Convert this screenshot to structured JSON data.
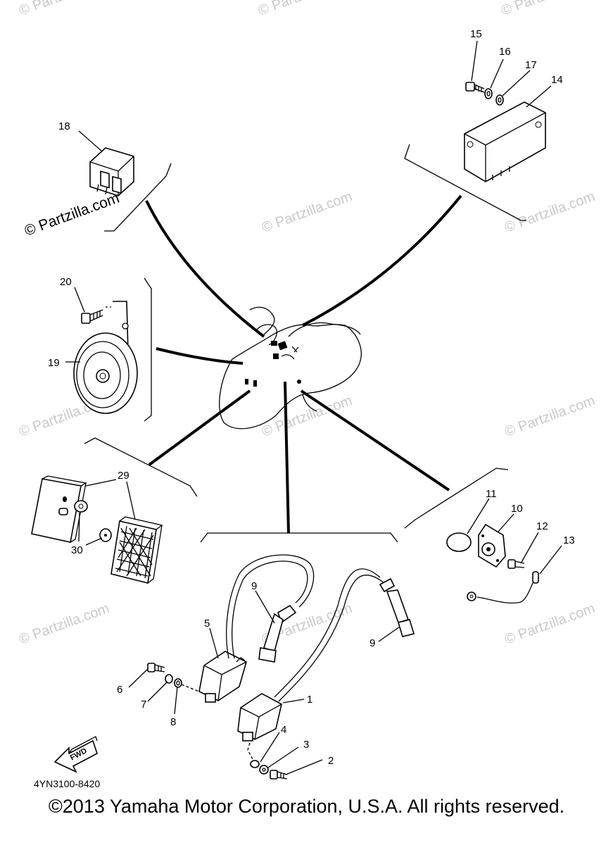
{
  "watermark": "© Partzilla.com",
  "watermark_edge": "© Partzilla.com",
  "labels": {
    "p1": "1",
    "p2": "2",
    "p3": "3",
    "p4": "4",
    "p5": "5",
    "p6": "6",
    "p7": "7",
    "p8": "8",
    "p9a": "9",
    "p9b": "9",
    "p10": "10",
    "p11": "11",
    "p12": "12",
    "p13": "13",
    "p14": "14",
    "p15": "15",
    "p16": "16",
    "p17": "17",
    "p18": "18",
    "p19": "19",
    "p20": "20",
    "p29": "29",
    "p30": "30"
  },
  "fwd_label": "FWD",
  "diagram_code": "4YN3100-8420",
  "copyright": "©2013 Yamaha Motor Corporation, U.S.A. All rights reserved."
}
